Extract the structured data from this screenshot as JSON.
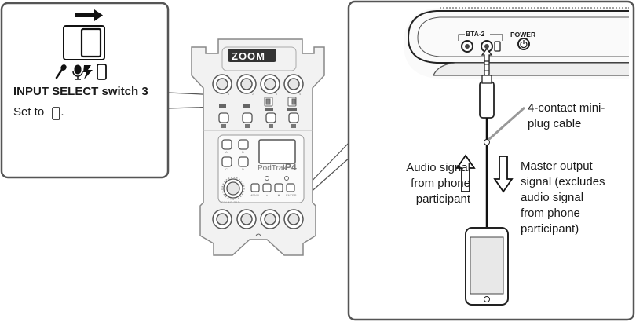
{
  "callout": {
    "switch_label": "INPUT SELECT switch 3",
    "set_to_text": "Set to",
    "set_to_suffix": "."
  },
  "device": {
    "brand": "ZOOM",
    "model_text": "PodTrak",
    "model_number": "P4",
    "button_letters": [
      "A",
      "B",
      "C",
      "D"
    ],
    "channel_numbers": [
      "1",
      "2",
      "3",
      "4"
    ],
    "control_labels": [
      "MENU",
      "▲",
      "▼",
      "ENTER"
    ],
    "sound_pad_label": "SOUND PAD"
  },
  "detail": {
    "bta_label": "BTA-2",
    "power_label": "POWER",
    "cable_label": "4-contact mini-plug cable",
    "cable_lines": [
      "4-contact mini-",
      "plug cable"
    ],
    "audio_lines": [
      "Audio signal",
      "from phone",
      "participant"
    ],
    "master_lines": [
      "Master output",
      "signal (excludes",
      "audio signal",
      "from phone",
      "participant)"
    ]
  },
  "icons": [
    "arrow-right-icon",
    "switch-icon",
    "microphone-icon",
    "headset-mic-icon",
    "smartphone-icon",
    "arrow-up-icon",
    "arrow-down-icon"
  ]
}
